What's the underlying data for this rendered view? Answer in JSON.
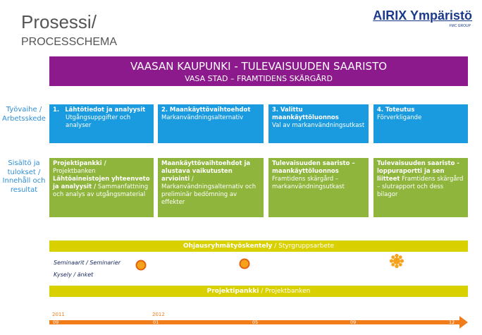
{
  "header": {
    "title": "Prosessi/",
    "subtitle": "PROCESSCHEMA",
    "logo_main": "AIRIX Ympäristö",
    "logo_sub": "FMC GROUP"
  },
  "banner": {
    "line1": "VAASAN KAUPUNKI - TULEVAISUUDEN SAARISTO",
    "line2": "VASA STAD – FRAMTIDENS SKÄRGÅRD"
  },
  "row_labels": {
    "phase": "Työvaihe / Arbetsskede",
    "content": "Sisältö ja tulokset / Innehåll och resultat"
  },
  "phases": [
    {
      "number": "1.",
      "title": "Lähtötiedot ja analyysit",
      "subtitle": "Utgångsuppgifter och analyser"
    },
    {
      "number": "2.",
      "title": "Maankäyttövaihtoehdot",
      "subtitle": "Markanvändningsalternativ"
    },
    {
      "number": "3.",
      "title": "Valittu maankäyttöluonnos",
      "subtitle": "Val av markanvändningsutkast"
    },
    {
      "number": "4.",
      "title": "Toteutus",
      "subtitle": "Förverkligande"
    }
  ],
  "results": [
    {
      "parts": [
        {
          "bold": "Projektipankki /",
          "normal": " Projektbanken"
        },
        {
          "bold": "Lähtöaineistojen yhteenveto ja analyysit /",
          "normal": " Sammanfattning och analys av utgångsmaterial"
        }
      ]
    },
    {
      "parts": [
        {
          "bold": "Maankäyttövaihtoehdot ja alustava vaikutusten arviointi",
          "normal": " / Markanvändningsalternativ och preliminär bedömning av effekter"
        }
      ]
    },
    {
      "parts": [
        {
          "bold": "Tulevaisuuden saaristo – maankäyttöluonnos",
          "normal": " Framtidens skärgård – markanvändningsutkast"
        }
      ]
    },
    {
      "parts": [
        {
          "bold": "Tulevaisuuden saaristo - loppuraportti ja sen liitteet",
          "normal": " Framtidens skärgård – slutrapport och dess bilagor"
        }
      ]
    }
  ],
  "bars": {
    "steering_bold": "Ohjausryhmätyöskentely",
    "steering_normal": " / Styrgruppsarbete",
    "bank_bold": "Projektipankki",
    "bank_normal": " / Projektbanken"
  },
  "events": {
    "seminars": "Seminaarit / Seminarier",
    "survey": "Kysely / änket"
  },
  "timeline": {
    "year1": "2011",
    "year2": "2012",
    "ticks": [
      "09",
      "01",
      "05",
      "09",
      "12"
    ]
  },
  "colors": {
    "banner": "#8c1a8c",
    "phase_box": "#1a9be0",
    "result_box": "#8fb53c",
    "bar": "#d9d000",
    "timeline": "#f07d1a",
    "label": "#2e8ed6"
  }
}
